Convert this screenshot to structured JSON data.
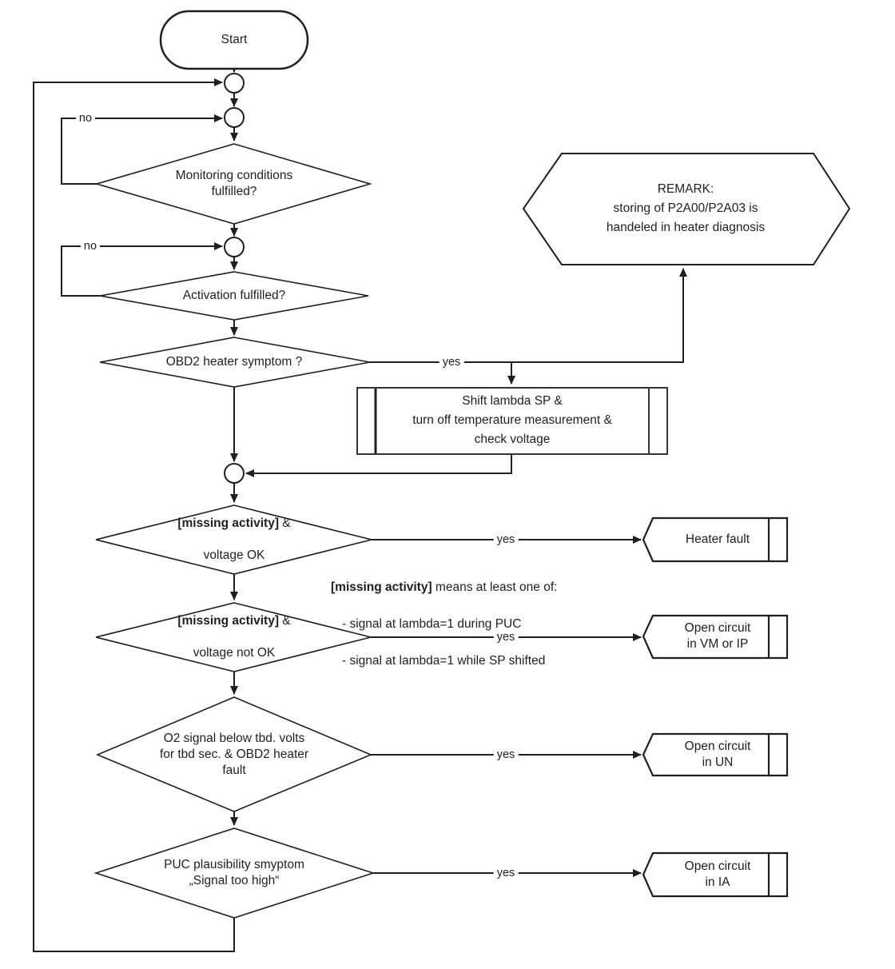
{
  "nodes": {
    "start": {
      "label": "Start"
    },
    "d_monitoring": {
      "label": "Monitoring conditions\nfulfilled?"
    },
    "d_activation": {
      "label": "Activation fulfilled?"
    },
    "d_obd2": {
      "label": "OBD2 heater symptom ?"
    },
    "remark": {
      "label": "REMARK:\nstoring of P2A00/P2A03 is\nhandeled in heater diagnosis"
    },
    "process_shift": {
      "label": "Shift lambda SP &\nturn off temperature measurement &\ncheck voltage"
    },
    "d_missing_ok": {
      "bold": "[missing activity]",
      "rest": " &",
      "line2": "voltage OK"
    },
    "d_missing_not_ok": {
      "bold": "[missing activity]",
      "rest": " &",
      "line2": "voltage not OK"
    },
    "d_o2_signal": {
      "label": "O2 signal below tbd. volts\nfor tbd sec. & OBD2 heater\nfault"
    },
    "d_puc": {
      "label": "PUC plausibility smyptom\n„Signal too high“"
    },
    "out_heater_fault": {
      "label": "Heater fault"
    },
    "out_open_vm_ip": {
      "label": "Open circuit\nin VM or IP"
    },
    "out_open_un": {
      "label": "Open circuit\nin UN"
    },
    "out_open_ia": {
      "label": "Open circuit\nin IA"
    }
  },
  "edge_labels": {
    "no_monitoring": "no",
    "no_activation": "no",
    "yes_obd2": "yes",
    "yes_missing_ok": "yes",
    "yes_missing_not_ok": "yes",
    "yes_o2": "yes",
    "yes_puc": "yes"
  },
  "annotation": {
    "bold": "[missing activity]",
    "rest": " means at least one of:",
    "item1": "- signal at lambda=1 during PUC",
    "item2": "- signal at lambda=1 while SP shifted"
  },
  "colors": {
    "ink": "#1f1f1f",
    "background": "#ffffff"
  }
}
